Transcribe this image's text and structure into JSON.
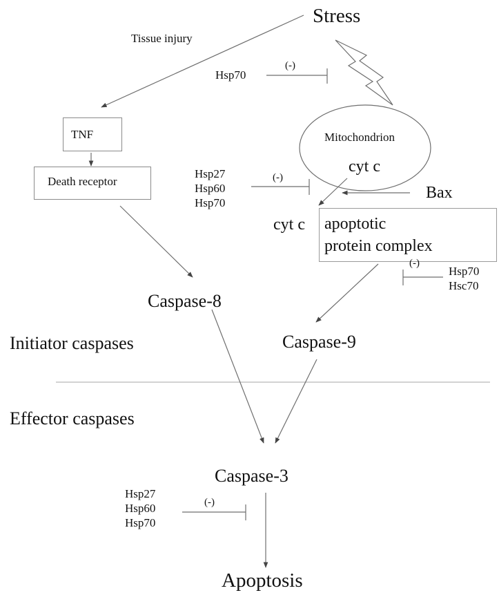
{
  "labels": {
    "stress": "Stress",
    "tissue_injury": "Tissue injury",
    "tnf": "TNF",
    "death_receptor": "Death receptor",
    "mitochondrion": "Mitochondrion",
    "cytc_inside": "cyt c",
    "cytc_released": "cyt c",
    "bax": "Bax",
    "apoptotic_complex_line1": "apoptotic",
    "apoptotic_complex_line2": "protein complex",
    "caspase8": "Caspase-8",
    "caspase9": "Caspase-9",
    "caspase3": "Caspase-3",
    "apoptosis": "Apoptosis",
    "initiator_caspases": "Initiator caspases",
    "effector_caspases": "Effector caspases"
  },
  "inhibitors": {
    "stress_block": {
      "proteins": [
        "Hsp70"
      ],
      "sign": "(-)"
    },
    "cytc_block": {
      "proteins": [
        "Hsp27",
        "Hsp60",
        "Hsp70"
      ],
      "sign": "(-)"
    },
    "caspase9_block": {
      "proteins": [
        "Hsp70",
        "Hsc70"
      ],
      "sign": "(-)"
    },
    "caspase3_block": {
      "proteins": [
        "Hsp27",
        "Hsp60",
        "Hsp70"
      ],
      "sign": "(-)"
    }
  },
  "colors": {
    "line": "#6e6e6e",
    "divider": "#b8b8b8",
    "text": "#111111"
  }
}
